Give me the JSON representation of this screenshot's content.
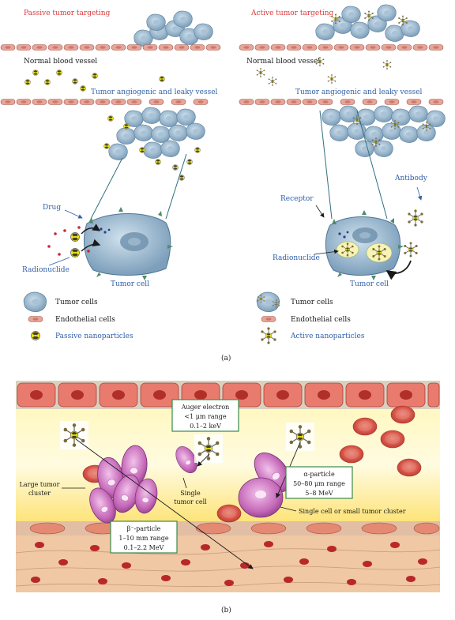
{
  "panel_a": {
    "left": {
      "title": "Passive tumor targeting",
      "normal_vessel": "Normal blood vessel",
      "leaky_vessel": "Tumor angiogenic and leaky vessel",
      "drug": "Drug",
      "radionuclide": "Radionuclide",
      "tumor_cell": "Tumor cell"
    },
    "right": {
      "title": "Active tumor targeting",
      "normal_vessel": "Normal blood vessel",
      "leaky_vessel": "Tumor angiogenic and leaky vessel",
      "receptor": "Receptor",
      "antibody": "Antibody",
      "radionuclide": "Radionuclide",
      "tumor_cell": "Tumor cell"
    },
    "legend_left": [
      "Tumor cells",
      "Endothelial cells",
      "Passive nanoparticles"
    ],
    "legend_right": [
      "Tumor cells",
      "Endothelial cells",
      "Active nanoparticles"
    ],
    "caption": "(a)"
  },
  "panel_b": {
    "auger": [
      "Auger electron",
      "<1 μm range",
      "0.1–2 keV"
    ],
    "alpha": [
      "α-particle",
      "50–80 μm range",
      "5–8 MeV"
    ],
    "beta": [
      "β⁻-particle",
      "1–10 mm range",
      "0.1–2.2 MeV"
    ],
    "large_cluster": [
      "Large tumor",
      "cluster"
    ],
    "single_cell": [
      "Single",
      "tumor cell"
    ],
    "single_small": "Single cell or small tumor cluster",
    "caption": "(b)"
  },
  "colors": {
    "title_red": "#d9383a",
    "label_blue": "#2f5fa8",
    "tumor_cell": "#8fb0c8",
    "endothelial": "#e8a090",
    "nanoparticle": "#e8e020",
    "box_border": "#3a8a4a"
  }
}
